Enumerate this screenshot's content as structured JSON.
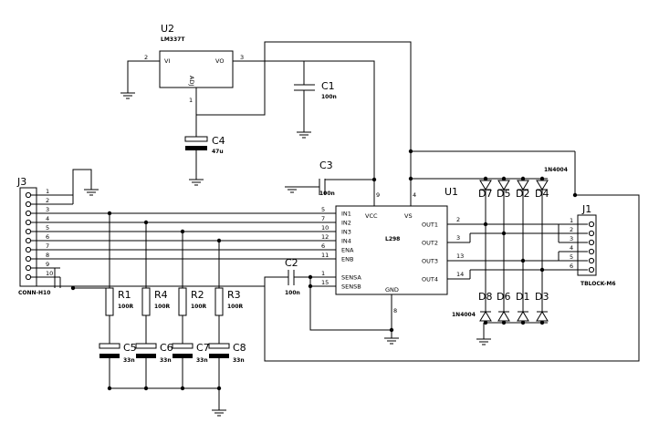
{
  "u2": {
    "ref": "U2",
    "part": "LM337T",
    "vi": "VI",
    "vo": "VO",
    "adj": "ADJ",
    "pin_vi": "2",
    "pin_vo": "3",
    "pin_adj": "1"
  },
  "c1": {
    "ref": "C1",
    "value": "100n"
  },
  "c4": {
    "ref": "C4",
    "value": "47u"
  },
  "c3": {
    "ref": "C3",
    "value": "100n"
  },
  "c2": {
    "ref": "C2",
    "value": "100n"
  },
  "u1": {
    "ref": "U1",
    "part": "L298",
    "left_pins": [
      {
        "name": "IN1",
        "num": "5"
      },
      {
        "name": "IN2",
        "num": "7"
      },
      {
        "name": "IN3",
        "num": "10"
      },
      {
        "name": "IN4",
        "num": "12"
      },
      {
        "name": "ENA",
        "num": "6"
      },
      {
        "name": "ENB",
        "num": "11"
      },
      {
        "name": "SENSA",
        "num": "1"
      },
      {
        "name": "SENSB",
        "num": "15"
      }
    ],
    "right_pins": [
      {
        "name": "OUT1",
        "num": "2"
      },
      {
        "name": "OUT2",
        "num": "3"
      },
      {
        "name": "OUT3",
        "num": "13"
      },
      {
        "name": "OUT4",
        "num": "14"
      }
    ],
    "vcc": "VCC",
    "vs": "VS",
    "gnd": "GND",
    "pin_vcc": "9",
    "pin_vs": "4",
    "pin_gnd": "8"
  },
  "j3": {
    "ref": "J3",
    "part": "CONN-H10",
    "pins": [
      "1",
      "2",
      "3",
      "4",
      "5",
      "6",
      "7",
      "8",
      "9",
      "10"
    ]
  },
  "j1": {
    "ref": "J1",
    "part": "TBLOCK-M6",
    "pins": [
      "1",
      "2",
      "3",
      "4",
      "5",
      "6"
    ]
  },
  "resistors": [
    {
      "ref": "R1",
      "value": "100R"
    },
    {
      "ref": "R4",
      "value": "100R"
    },
    {
      "ref": "R2",
      "value": "100R"
    },
    {
      "ref": "R3",
      "value": "100R"
    }
  ],
  "caps_bottom": [
    {
      "ref": "C5",
      "value": "33n"
    },
    {
      "ref": "C6",
      "value": "33n"
    },
    {
      "ref": "C7",
      "value": "33n"
    },
    {
      "ref": "C8",
      "value": "33n"
    }
  ],
  "diodes_top": {
    "refs": [
      "D7",
      "D5",
      "D2",
      "D4"
    ],
    "part": "1N4004"
  },
  "diodes_bottom": {
    "refs": [
      "D8",
      "D6",
      "D1",
      "D3"
    ],
    "part": "1N4004"
  }
}
